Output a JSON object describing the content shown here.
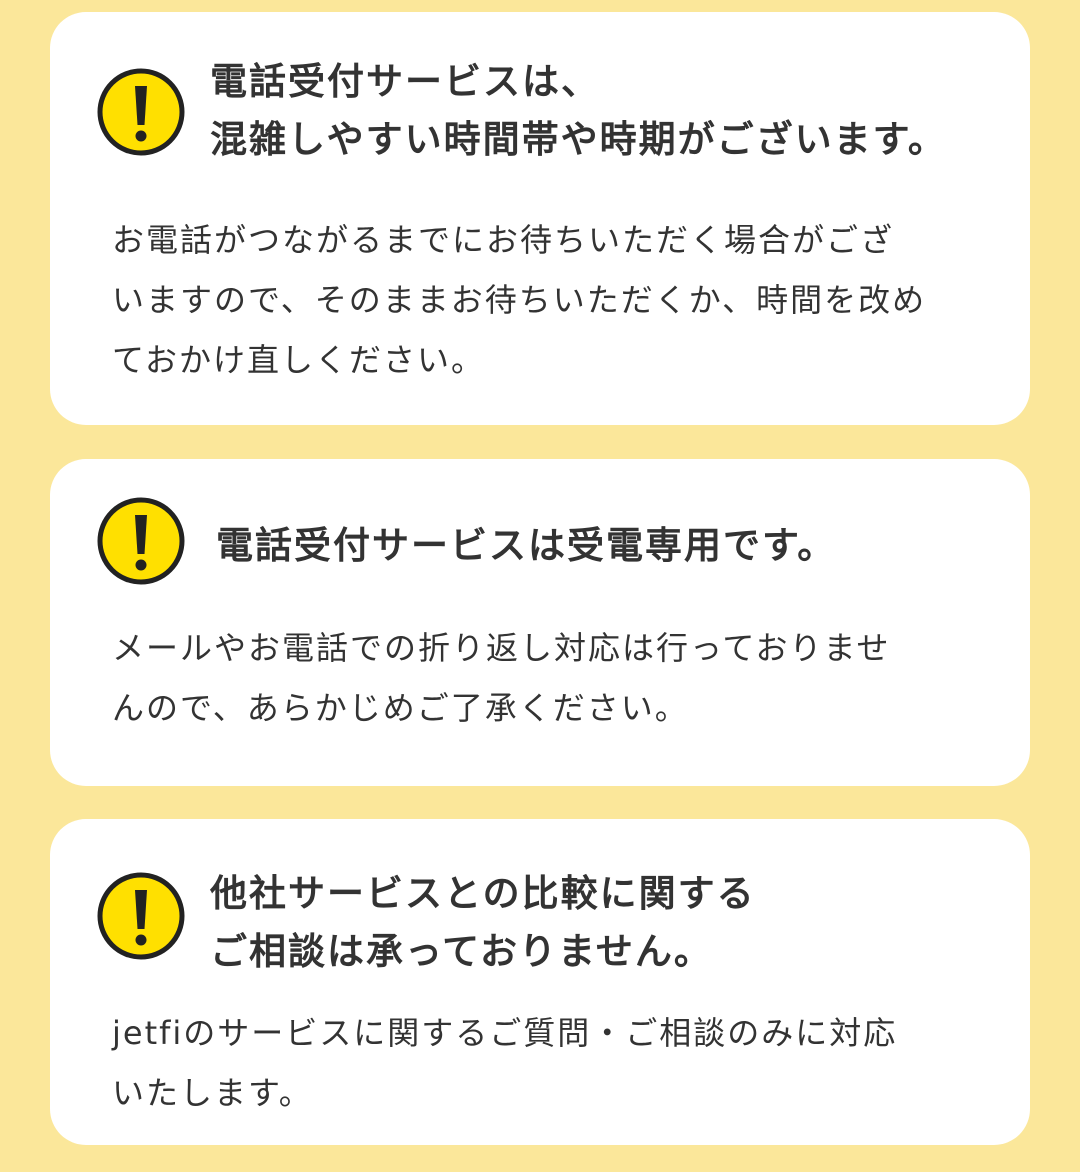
{
  "colors": {
    "background": "#fbe79a",
    "card": "#ffffff",
    "icon_fill": "#ffe000",
    "icon_stroke": "#222222",
    "text": "#333333"
  },
  "notices": [
    {
      "icon": "exclamation-warning-icon",
      "heading_lines": [
        "電話受付サービスは、",
        "混雑しやすい時間帯や時期がございます。"
      ],
      "body_lines": [
        "お電話がつながるまでにお待ちいただく場合がござ",
        "いますので、そのままお待ちいただくか、時間を改め",
        "ておかけ直しください。"
      ]
    },
    {
      "icon": "exclamation-warning-icon",
      "heading_lines": [
        "電話受付サービスは受電専用です。"
      ],
      "body_lines": [
        "メールやお電話での折り返し対応は行っておりませ",
        "んので、あらかじめご了承ください。"
      ]
    },
    {
      "icon": "exclamation-warning-icon",
      "heading_lines": [
        "他社サービスとの比較に関する",
        "ご相談は承っておりません。"
      ],
      "body_lines": [
        "jetfiのサービスに関するご質問・ご相談のみに対応",
        "いたします。"
      ]
    }
  ]
}
